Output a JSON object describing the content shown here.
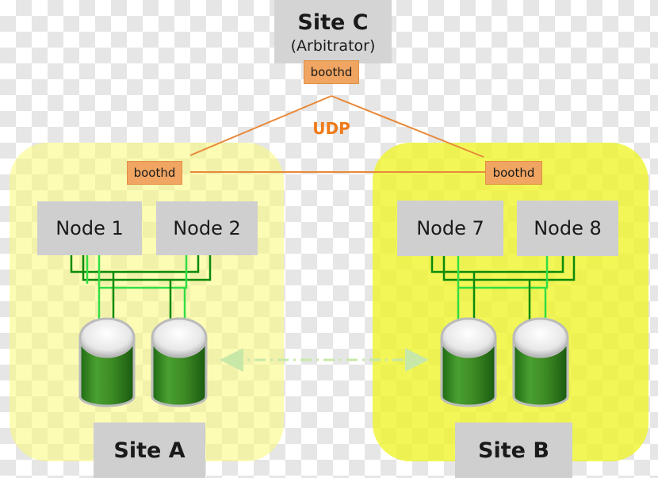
{
  "site_c": {
    "title": "Site C",
    "subtitle": "(Arbitrator)",
    "daemon": "boothd"
  },
  "site_a": {
    "label": "Site A",
    "daemon": "boothd",
    "nodes": [
      "Node 1",
      "Node 2"
    ]
  },
  "site_b": {
    "label": "Site B",
    "daemon": "boothd",
    "nodes": [
      "Node 7",
      "Node 8"
    ]
  },
  "link_label": "UDP",
  "colors": {
    "udp_link": "#e8893a",
    "udp_label": "#f07a1a",
    "boothd_fill": "#f0a562",
    "site_a_fill": "#fafa78",
    "site_b_fill": "#eef528",
    "node_fill": "#cfcfcf",
    "dark_wire": "#0b8a0b",
    "light_wire": "#33dd44",
    "storage_body": "#4a9a2a",
    "replication_arrow": "#c8e8a8"
  },
  "icons": [
    "storage-disk-icon",
    "replication-arrow-icon"
  ]
}
